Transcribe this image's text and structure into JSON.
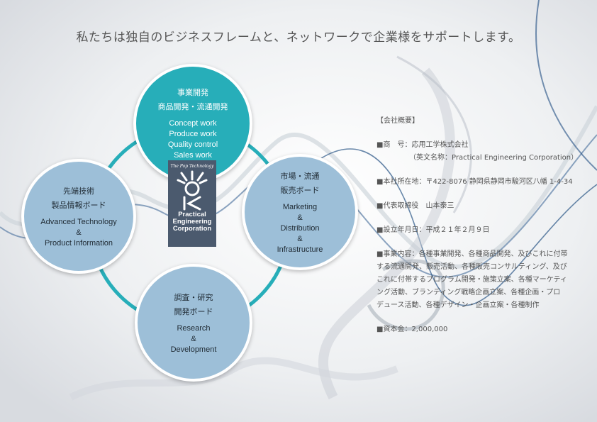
{
  "headline": "私たちは独自のビジネスフレームと、ネットワークで企業様をサポートします。",
  "colors": {
    "teal": "#27aeb9",
    "blue": "#9dbfd8",
    "ring": "#27aeb9",
    "logo_bg": "#4b5a6e"
  },
  "circles": {
    "top": {
      "jp": [
        "事業開発",
        "商品開発・流通開発"
      ],
      "en": [
        "Concept work",
        "Produce work",
        "Quality control",
        "Sales work"
      ]
    },
    "left": {
      "jp": [
        "先端技術",
        "製品情報ボード"
      ],
      "en": [
        "Advanced Technology",
        "&",
        "Product Information"
      ]
    },
    "right": {
      "jp": [
        "市場・流通",
        "販売ボード"
      ],
      "en": [
        "Marketing",
        "&",
        "Distribution",
        "&",
        "Infrastructure"
      ]
    },
    "bottom": {
      "jp": [
        "調査・研究",
        "開発ボード"
      ],
      "en": [
        "Research",
        "&",
        "Development"
      ]
    }
  },
  "logo": {
    "tag": "The Pop Technology",
    "name": [
      "Practical",
      "Engineering",
      "Corporation"
    ],
    "icon": "crown-ok-logo-icon"
  },
  "company": {
    "heading": "【会社概要】",
    "name": "■商　号：応用工学株式会社",
    "name_en": "（英文名称：Practical Engineering Corporation）",
    "address": "■本社所在地：〒422-8076 静岡県静岡市駿河区八幡 1-4-34",
    "representative": "■代表取締役　山本泰三",
    "established": "■設立年月日：平成２１年２月９日",
    "business": [
      "■事業内容：各種事業開発、各種商品開発、及びこれに付帯",
      "する流通開発、販売活動、各種販売コンサルティング、及び",
      "これに付帯するプログラム開発・施策立案、各種マーケティ",
      "ング活動、ブランディング戦略企画立案、各種企画・プロ",
      "デュース活動、各種デザイン・企画立案・各種制作"
    ],
    "capital": "■資本金：2,000,000"
  }
}
